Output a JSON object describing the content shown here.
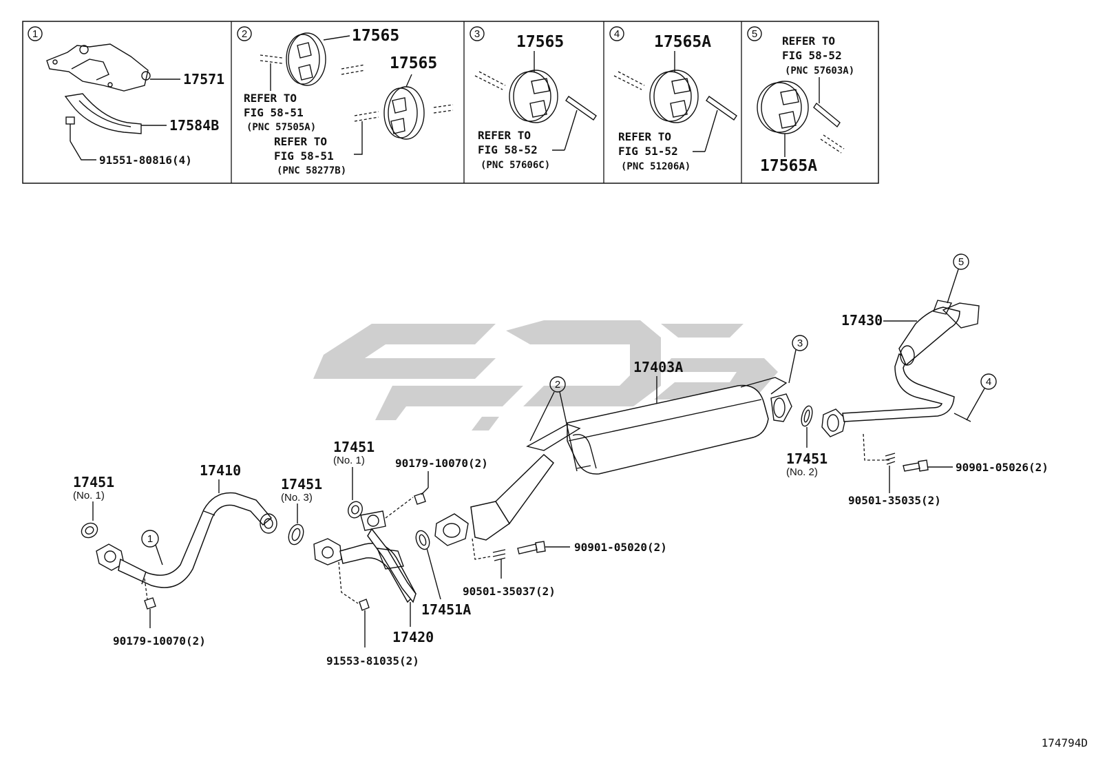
{
  "top_panels": [
    {
      "index": "1",
      "callouts": [
        "17571",
        "17584B",
        "91551-80816(4)"
      ]
    },
    {
      "index": "2",
      "callouts": [
        "17565",
        "17565"
      ],
      "refs": [
        {
          "line1": "REFER TO",
          "line2": "FIG 58-51",
          "pnc": "(PNC 57505A)"
        },
        {
          "line1": "REFER TO",
          "line2": "FIG 58-51",
          "pnc": "(PNC 58277B)"
        }
      ]
    },
    {
      "index": "3",
      "callouts": [
        "17565"
      ],
      "refs": [
        {
          "line1": "REFER TO",
          "line2": "FIG 58-52",
          "pnc": "(PNC 57606C)"
        }
      ]
    },
    {
      "index": "4",
      "callouts": [
        "17565A"
      ],
      "refs": [
        {
          "line1": "REFER TO",
          "line2": "FIG 51-52",
          "pnc": "(PNC 51206A)"
        }
      ]
    },
    {
      "index": "5",
      "callouts": [
        "17565A"
      ],
      "refs": [
        {
          "line1": "REFER TO",
          "line2": "FIG 58-52",
          "pnc": "(PNC 57603A)"
        }
      ]
    }
  ],
  "parts": {
    "p17451_left": "17451",
    "p17451_left_sub": "(No. 1)",
    "p17410": "17410",
    "p17451_mid": "17451",
    "p17451_mid_sub": "(No. 3)",
    "p17451_top": "17451",
    "p17451_top_sub": "(No. 1)",
    "p90179_top": "90179-10070(2)",
    "p90179_bottom": "90179-10070(2)",
    "p17451A": "17451A",
    "p17420": "17420",
    "p91553": "91553-81035(2)",
    "p90901_020": "90901-05020(2)",
    "p90501_037": "90501-35037(2)",
    "p17403A": "17403A",
    "p17451_right": "17451",
    "p17451_right_sub": "(No. 2)",
    "p17430": "17430",
    "p90901_026": "90901-05026(2)",
    "p90501_035": "90501-35035(2)"
  },
  "callout_circles": [
    "1",
    "2",
    "3",
    "4",
    "5"
  ],
  "figure_id": "174794D"
}
